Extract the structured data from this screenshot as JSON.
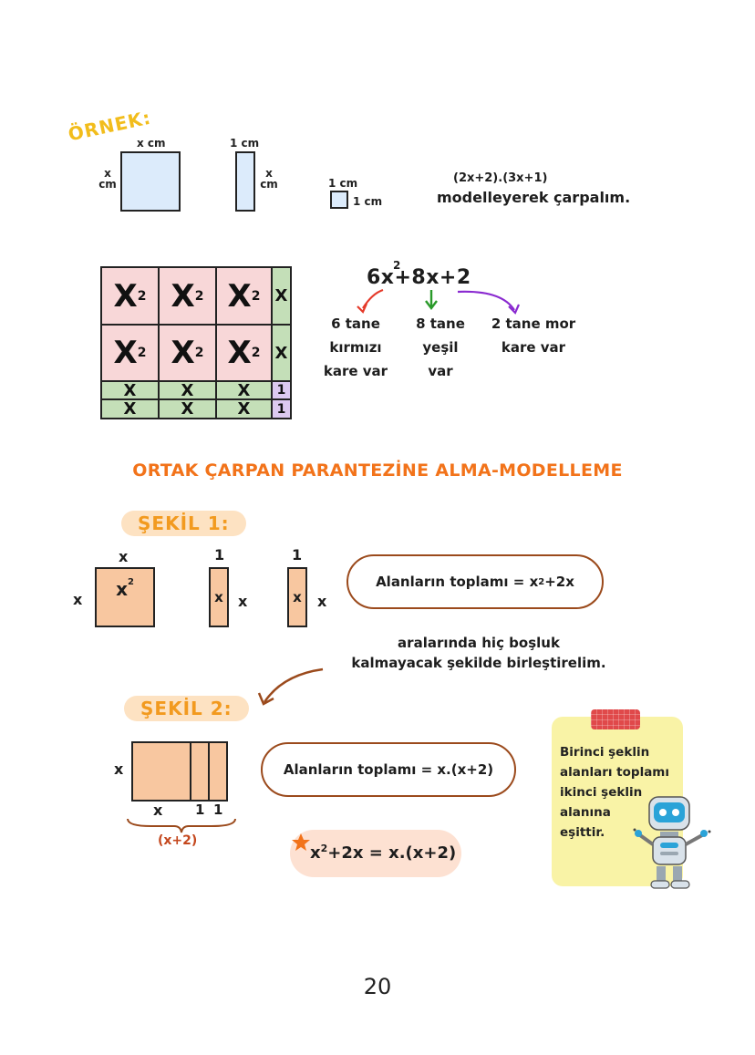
{
  "example": {
    "label": "ÖRNEK:",
    "tile_big_top": "x cm",
    "tile_big_left": "x\ncm",
    "tile_rect_top": "1 cm",
    "tile_rect_right": "x\ncm",
    "tile_small_top": "1 cm",
    "tile_small_right": "1 cm",
    "problem": "(2x+2).(3x+1)",
    "instruction": "modelleyerek çarpalım."
  },
  "model": {
    "x2_label": "X",
    "x2_exp": "2",
    "x_label": "X",
    "one_label": "1",
    "x_small": "x"
  },
  "result": {
    "expression": "6x+8x+2",
    "exp": "2",
    "red_text": [
      "6 tane",
      "kırmızı",
      "kare var"
    ],
    "green_text": [
      "8 tane",
      "yeşil",
      "var"
    ],
    "purple_text": [
      "2 tane mor",
      "kare var"
    ]
  },
  "section_title": "ORTAK ÇARPAN PARANTEZİNE ALMA-MODELLEME",
  "sekil1": {
    "label": "ŞEKİL 1:",
    "square_top": "x",
    "square_left": "x",
    "square_inner": "x",
    "square_exp": "2",
    "rect1_top": "1",
    "rect1_inner": "x",
    "rect1_right": "x",
    "rect2_top": "1",
    "rect2_inner": "x",
    "rect2_right": "x",
    "cloud_text": "Alanların toplamı = x",
    "cloud_exp": "2",
    "cloud_tail": "+2x",
    "instruction_line1": "aralarında hiç boşluk",
    "instruction_line2": "kalmayacak şekilde birleştirelim."
  },
  "sekil2": {
    "label": "ŞEKİL 2:",
    "left": "x",
    "bottom_x": "x",
    "bottom_1a": "1",
    "bottom_1b": "1",
    "brace_label": "(x+2)",
    "cloud_text": "Alanların toplamı = x.(x+2)",
    "equation_pre": "x",
    "equation_exp": "2",
    "equation_post": "+2x = x.(x+2)"
  },
  "note": {
    "lines": [
      "Birinci şeklin",
      "alanları toplamı",
      "ikinci şeklin",
      "alanına",
      "eşittir."
    ]
  },
  "page_number": "20",
  "colors": {
    "red": "#e53a2a",
    "green": "#2a9a2a",
    "purple": "#8a2ad0",
    "orange": "#f2731a",
    "brown": "#9b4a1c"
  }
}
